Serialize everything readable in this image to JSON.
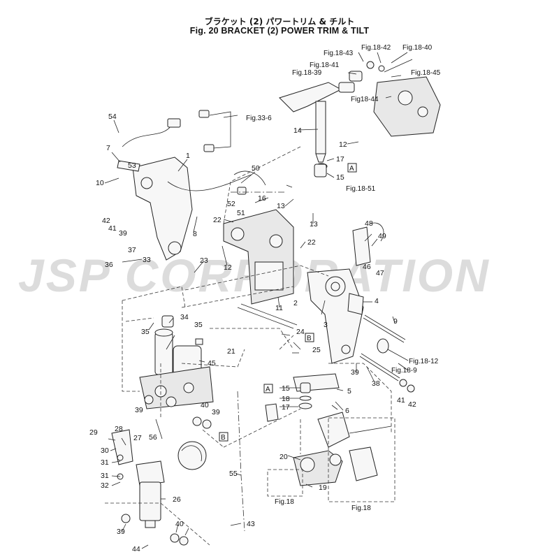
{
  "title_jp": "ブラケット (2) パワートリム & チルト",
  "title_en": "Fig. 20   BRACKET (2) POWER TRIM & TILT",
  "watermark": "JSP CORPORATION",
  "callouts": {
    "c1": "1",
    "c2": "2",
    "c3": "3",
    "c4": "4",
    "c5": "5",
    "c6": "6",
    "c7": "7",
    "c8": "8",
    "c9": "9",
    "c10": "10",
    "c11": "11",
    "c12a": "12",
    "c12b": "12",
    "c13a": "13",
    "c13b": "13",
    "c14": "14",
    "c15a": "15",
    "c15b": "15",
    "c16": "16",
    "c17a": "17",
    "c17b": "17",
    "c18": "18",
    "c19": "19",
    "c20": "20",
    "c21": "21",
    "c22a": "22",
    "c22b": "22",
    "c23": "23",
    "c24": "24",
    "c25": "25",
    "c26": "26",
    "c27": "27",
    "c28": "28",
    "c29": "29",
    "c30": "30",
    "c31a": "31",
    "c31b": "31",
    "c32": "32",
    "c33": "33",
    "c34": "34",
    "c35a": "35",
    "c35b": "35",
    "c36": "36",
    "c37": "37",
    "c38": "38",
    "c39a": "39",
    "c39b": "39",
    "c39c": "39",
    "c39d": "39",
    "c39e": "39",
    "c40a": "40",
    "c40b": "40",
    "c41a": "41",
    "c41b": "41",
    "c42a": "42",
    "c42b": "42",
    "c43": "43",
    "c44": "44",
    "c45": "45",
    "c46": "46",
    "c47": "47",
    "c48": "48",
    "c49": "49",
    "c50": "50",
    "c51": "51",
    "c52": "52",
    "c53": "53",
    "c54": "54",
    "c55": "55",
    "c56": "56"
  },
  "refs": {
    "fig18_43": "Fig.18-43",
    "fig18_42": "Fig.18-42",
    "fig18_40": "Fig.18-40",
    "fig18_41": "Fig.18-41",
    "fig18_39": "Fig.18-39",
    "fig18_45": "Fig.18-45",
    "fig18_44": "Fig18-44",
    "fig33_6": "Fig.33-6",
    "fig18_51": "Fig.18-51",
    "fig18_12": "Fig.18-12",
    "fig18_9": "Fig.18-9",
    "fig18_a": "Fig.18",
    "fig18_b": "Fig.18"
  },
  "markers": {
    "a_top": "A",
    "a_bottom": "A",
    "b_right": "B",
    "b_left": "B"
  }
}
